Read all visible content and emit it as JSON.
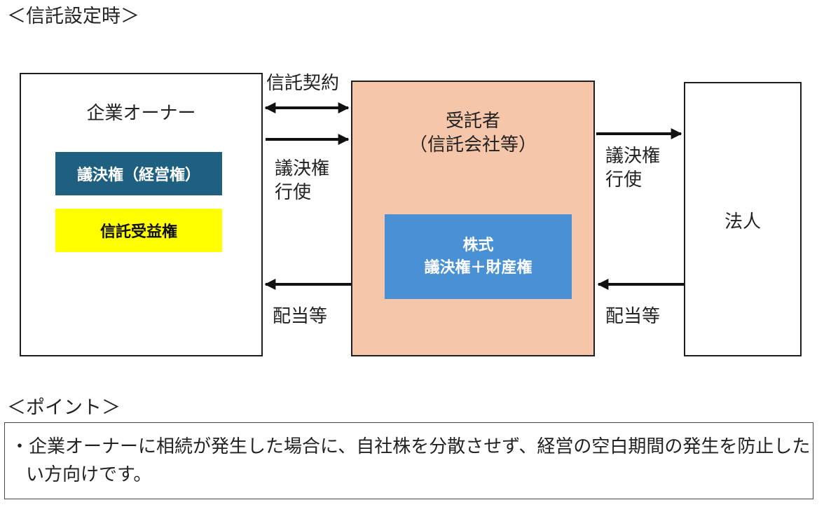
{
  "header": {
    "title": "＜信託設定時＞"
  },
  "owner": {
    "label": "企業オーナー",
    "voting_rights": "議決権（経営権）",
    "beneficial_rights": "信託受益権"
  },
  "trustee": {
    "label_line1": "受託者",
    "label_line2": "（信託会社等）",
    "stock_line1": "株式",
    "stock_line2": "議決権＋財産権"
  },
  "corporation": {
    "label": "法人"
  },
  "flows": {
    "trust_contract": "信託契約",
    "voting_exercise_left_1": "議決権",
    "voting_exercise_left_2": "行使",
    "voting_exercise_right_1": "議決権",
    "voting_exercise_right_2": "行使",
    "dividends_left": "配当等",
    "dividends_right": "配当等"
  },
  "points": {
    "title": "＜ポイント＞",
    "text": "・企業オーナーに相続が発生した場合に、自社株を分散させず、経営の空白期間の発生を防止したい方向けです。"
  },
  "colors": {
    "trustee_fill": "#f5c6a9",
    "voting_badge": "#1f5f80",
    "beneficial_badge": "#ffff00",
    "stock_box": "#4a90d4"
  }
}
